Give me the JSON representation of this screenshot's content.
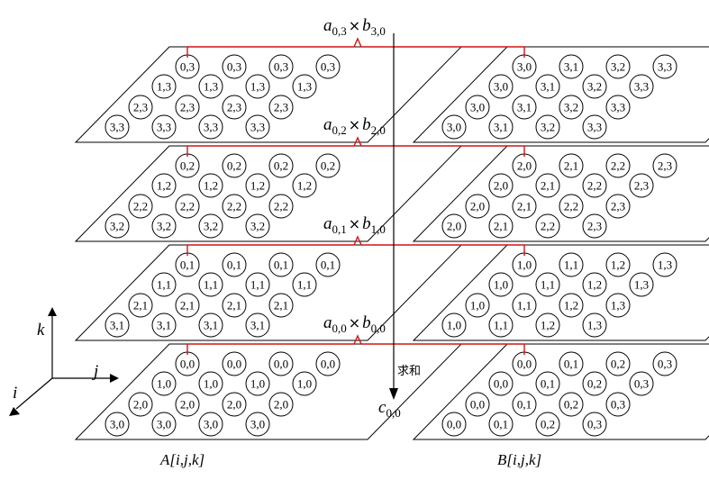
{
  "layers": [
    {
      "k": 3,
      "a_rows": [
        [
          "0,3",
          "0,3",
          "0,3",
          "0,3"
        ],
        [
          "1,3",
          "1,3",
          "1,3",
          "1,3"
        ],
        [
          "2,3",
          "2,3",
          "2,3",
          "2,3"
        ],
        [
          "3,3",
          "3,3",
          "3,3",
          "3,3"
        ]
      ],
      "b_rows": [
        [
          "3,0",
          "3,1",
          "3,2",
          "3,3"
        ],
        [
          "3,0",
          "3,1",
          "3,2",
          "3,3"
        ],
        [
          "3,0",
          "3,1",
          "3,2",
          "3,3"
        ],
        [
          "3,0",
          "3,1",
          "3,2",
          "3,3"
        ]
      ],
      "product": {
        "a": "a",
        "a_sub": "0,3",
        "op": "×",
        "b": "b",
        "b_sub": "3,0"
      }
    },
    {
      "k": 2,
      "a_rows": [
        [
          "0,2",
          "0,2",
          "0,2",
          "0,2"
        ],
        [
          "1,2",
          "1,2",
          "1,2",
          "1,2"
        ],
        [
          "2,2",
          "2,2",
          "2,2",
          "2,2"
        ],
        [
          "3,2",
          "3,2",
          "3,2",
          "3,2"
        ]
      ],
      "b_rows": [
        [
          "2,0",
          "2,1",
          "2,2",
          "2,3"
        ],
        [
          "2,0",
          "2,1",
          "2,2",
          "2,3"
        ],
        [
          "2,0",
          "2,1",
          "2,2",
          "2,3"
        ],
        [
          "2,0",
          "2,1",
          "2,2",
          "2,3"
        ]
      ],
      "product": {
        "a": "a",
        "a_sub": "0,2",
        "op": "×",
        "b": "b",
        "b_sub": "2,0"
      }
    },
    {
      "k": 1,
      "a_rows": [
        [
          "0,1",
          "0,1",
          "0,1",
          "0,1"
        ],
        [
          "1,1",
          "1,1",
          "1,1",
          "1,1"
        ],
        [
          "2,1",
          "2,1",
          "2,1",
          "2,1"
        ],
        [
          "3,1",
          "3,1",
          "3,1",
          "3,1"
        ]
      ],
      "b_rows": [
        [
          "1,0",
          "1,1",
          "1,2",
          "1,3"
        ],
        [
          "1,0",
          "1,1",
          "1,2",
          "1,3"
        ],
        [
          "1,0",
          "1,1",
          "1,2",
          "1,3"
        ],
        [
          "1,0",
          "1,1",
          "1,2",
          "1,3"
        ]
      ],
      "product": {
        "a": "a",
        "a_sub": "0,1",
        "op": "×",
        "b": "b",
        "b_sub": "1,0"
      }
    },
    {
      "k": 0,
      "a_rows": [
        [
          "0,0",
          "0,0",
          "0,0",
          "0,0"
        ],
        [
          "1,0",
          "1,0",
          "1,0",
          "1,0"
        ],
        [
          "2,0",
          "2,0",
          "2,0",
          "2,0"
        ],
        [
          "3,0",
          "3,0",
          "3,0",
          "3,0"
        ]
      ],
      "b_rows": [
        [
          "0,0",
          "0,1",
          "0,2",
          "0,3"
        ],
        [
          "0,0",
          "0,1",
          "0,2",
          "0,3"
        ],
        [
          "0,0",
          "0,1",
          "0,2",
          "0,3"
        ],
        [
          "0,0",
          "0,1",
          "0,2",
          "0,3"
        ]
      ],
      "product": {
        "a": "a",
        "a_sub": "0,0",
        "op": "×",
        "b": "b",
        "b_sub": "0,0"
      }
    }
  ],
  "sum_label": "求和",
  "result": {
    "c": "c",
    "c_sub": "0,0"
  },
  "axes": {
    "k": "k",
    "j": "j",
    "i": "i"
  },
  "captions": {
    "left": "A[i,j,k]",
    "right": "B[i,j,k]"
  },
  "colors": {
    "bracket": "#d21414",
    "ink": "#000000"
  }
}
